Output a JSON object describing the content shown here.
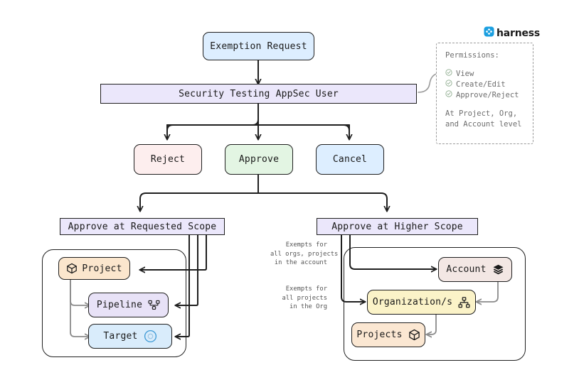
{
  "brand": {
    "name": "harness",
    "logo_icon": "harness-logo-icon",
    "color": "#1b9fe0"
  },
  "flow": {
    "request": {
      "label": "Exemption Request",
      "color": "#ddeeff"
    },
    "actor": {
      "label": "Security Testing AppSec User",
      "color": "#ebe7fb"
    },
    "actions": [
      {
        "label": "Reject",
        "color": "#fdeeee"
      },
      {
        "label": "Approve",
        "color": "#e3f5e3"
      },
      {
        "label": "Cancel",
        "color": "#ddeeff"
      }
    ]
  },
  "permissions": {
    "title": "Permissions:",
    "check_icon": "check-circle-icon",
    "items": [
      "View",
      "Create/Edit",
      "Approve/Reject"
    ],
    "footer": "At Project, Org,\nand Account level"
  },
  "scopes": {
    "requested": {
      "header": "Approve at Requested Scope",
      "header_color": "#ebe7fb",
      "nodes": [
        {
          "label": "Project",
          "icon": "cube-icon",
          "icon_side": "left",
          "color": "#fbe6cd"
        },
        {
          "label": "Pipeline",
          "icon": "pipeline-icon",
          "icon_side": "right",
          "color": "#e8e2f7"
        },
        {
          "label": "Target",
          "icon": "target-ring-icon",
          "icon_side": "right",
          "color": "#d9ecfb"
        }
      ]
    },
    "higher": {
      "header": "Approve at Higher Scope",
      "header_color": "#ebe7fb",
      "nodes": [
        {
          "label": "Account",
          "icon": "layers-icon",
          "icon_side": "right",
          "color": "#f3e7e4"
        },
        {
          "label": "Organization/s",
          "icon": "hierarchy-icon",
          "icon_side": "right",
          "color": "#fbf3c8"
        },
        {
          "label": "Projects",
          "icon": "cube-icon",
          "icon_side": "right",
          "color": "#fbe7d2"
        }
      ],
      "notes": [
        "Exempts for\nall orgs, projects\nin the account",
        "Exempts for\nall projects\nin the Org"
      ]
    }
  }
}
